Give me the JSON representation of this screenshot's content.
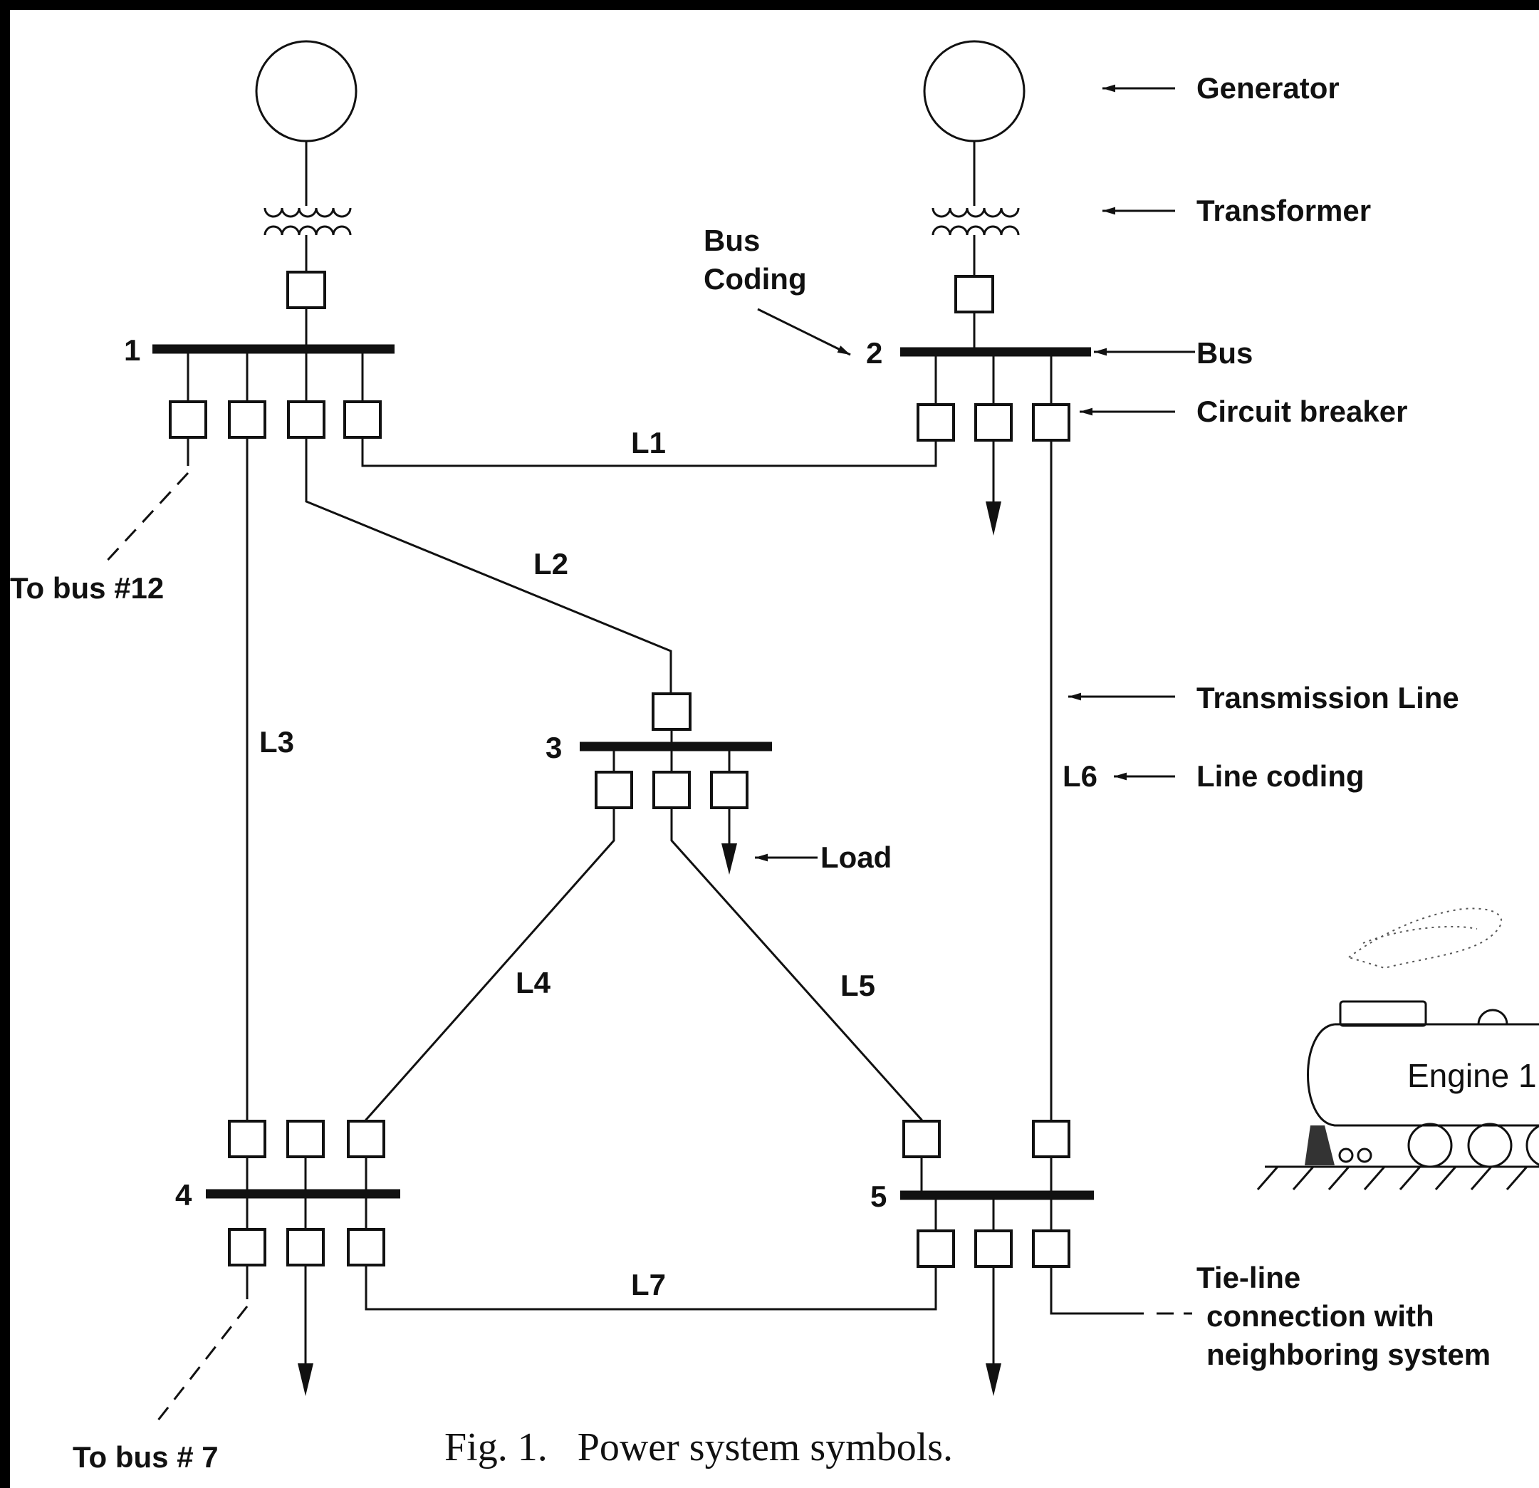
{
  "buses": [
    {
      "id": "bus-1",
      "label": "1"
    },
    {
      "id": "bus-2",
      "label": "2"
    },
    {
      "id": "bus-3",
      "label": "3"
    },
    {
      "id": "bus-4",
      "label": "4"
    },
    {
      "id": "bus-5",
      "label": "5"
    }
  ],
  "lines": {
    "L1": "L1",
    "L2": "L2",
    "L3": "L3",
    "L4": "L4",
    "L5": "L5",
    "L6": "L6",
    "L7": "L7"
  },
  "legend": {
    "generator": "Generator",
    "transformer": "Transformer",
    "bus": "Bus",
    "circuit_breaker": "Circuit breaker",
    "transmission_line": "Transmission Line",
    "line_coding": "Line coding",
    "bus_coding_1": "Bus",
    "bus_coding_2": "Coding",
    "load": "Load",
    "tie_line_1": "Tie-line",
    "tie_line_2": "connection with",
    "tie_line_3": "neighboring system"
  },
  "offpage": {
    "to_bus_12": "To bus #12",
    "to_bus_7": "To bus # 7"
  },
  "engine": {
    "label": "Engine 1"
  },
  "caption": "Fig. 1.   Power system symbols."
}
